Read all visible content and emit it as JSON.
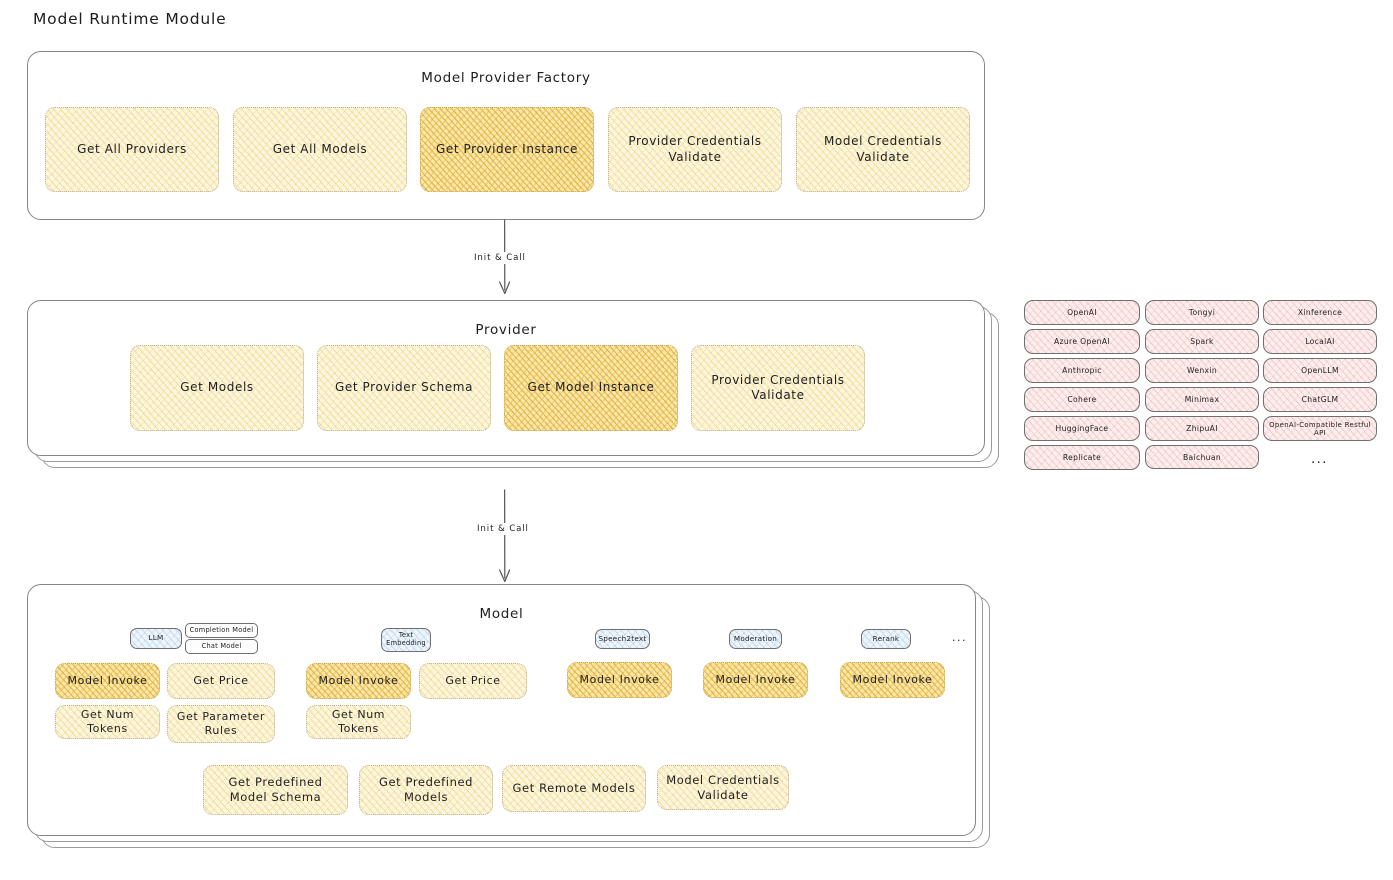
{
  "title": "Model Runtime Module",
  "flow_labels": {
    "init_call_1": "Init & Call",
    "init_call_2": "Init & Call"
  },
  "factory": {
    "title": "Model Provider Factory",
    "methods": [
      {
        "label": "Get All Providers",
        "highlight": false
      },
      {
        "label": "Get All Models",
        "highlight": false
      },
      {
        "label": "Get Provider Instance",
        "highlight": true
      },
      {
        "label": "Provider Credentials Validate",
        "highlight": false
      },
      {
        "label": "Model Credentials Validate",
        "highlight": false
      }
    ]
  },
  "provider": {
    "title": "Provider",
    "methods": [
      {
        "label": "Get Models",
        "highlight": false
      },
      {
        "label": "Get Provider Schema",
        "highlight": false
      },
      {
        "label": "Get Model Instance",
        "highlight": true
      },
      {
        "label": "Provider Credentials Validate",
        "highlight": false
      }
    ]
  },
  "provider_list": {
    "columns": [
      [
        "OpenAI",
        "Azure OpenAI",
        "Anthropic",
        "Cohere",
        "HuggingFace",
        "Replicate"
      ],
      [
        "Tongyi",
        "Spark",
        "Wenxin",
        "Minimax",
        "ZhipuAI",
        "Baichuan"
      ],
      [
        "Xinference",
        "LocalAI",
        "OpenLLM",
        "ChatGLM",
        "OpenAI-Compatible Restful API"
      ]
    ],
    "more": "..."
  },
  "model": {
    "title": "Model",
    "more": "...",
    "types": [
      {
        "name": "LLM",
        "subtypes": [
          "Completion Model",
          "Chat Model"
        ],
        "methods": [
          {
            "label": "Model Invoke",
            "highlight": true
          },
          {
            "label": "Get Price",
            "highlight": false
          },
          {
            "label": "Get Num Tokens",
            "highlight": false
          },
          {
            "label": "Get Parameter Rules",
            "highlight": false
          }
        ]
      },
      {
        "name": "Text Embedding",
        "subtypes": [],
        "methods": [
          {
            "label": "Model Invoke",
            "highlight": true
          },
          {
            "label": "Get Price",
            "highlight": false
          },
          {
            "label": "Get Num Tokens",
            "highlight": false
          }
        ]
      },
      {
        "name": "Speech2text",
        "subtypes": [],
        "methods": [
          {
            "label": "Model Invoke",
            "highlight": true
          }
        ]
      },
      {
        "name": "Moderation",
        "subtypes": [],
        "methods": [
          {
            "label": "Model Invoke",
            "highlight": true
          }
        ]
      },
      {
        "name": "Rerank",
        "subtypes": [],
        "methods": [
          {
            "label": "Model Invoke",
            "highlight": true
          }
        ]
      }
    ],
    "common_methods": [
      {
        "label": "Get Predefined Model Schema"
      },
      {
        "label": "Get Predefined Models"
      },
      {
        "label": "Get Remote Models"
      },
      {
        "label": "Model Credentials Validate"
      }
    ]
  },
  "colors": {
    "box_light": "#fdf6dd",
    "box_strong": "#fbe6ab",
    "provider_chip": "#fdeeee",
    "type_chip": "#eef4fb",
    "stroke": "#868686",
    "text": "#1e1e1e"
  }
}
